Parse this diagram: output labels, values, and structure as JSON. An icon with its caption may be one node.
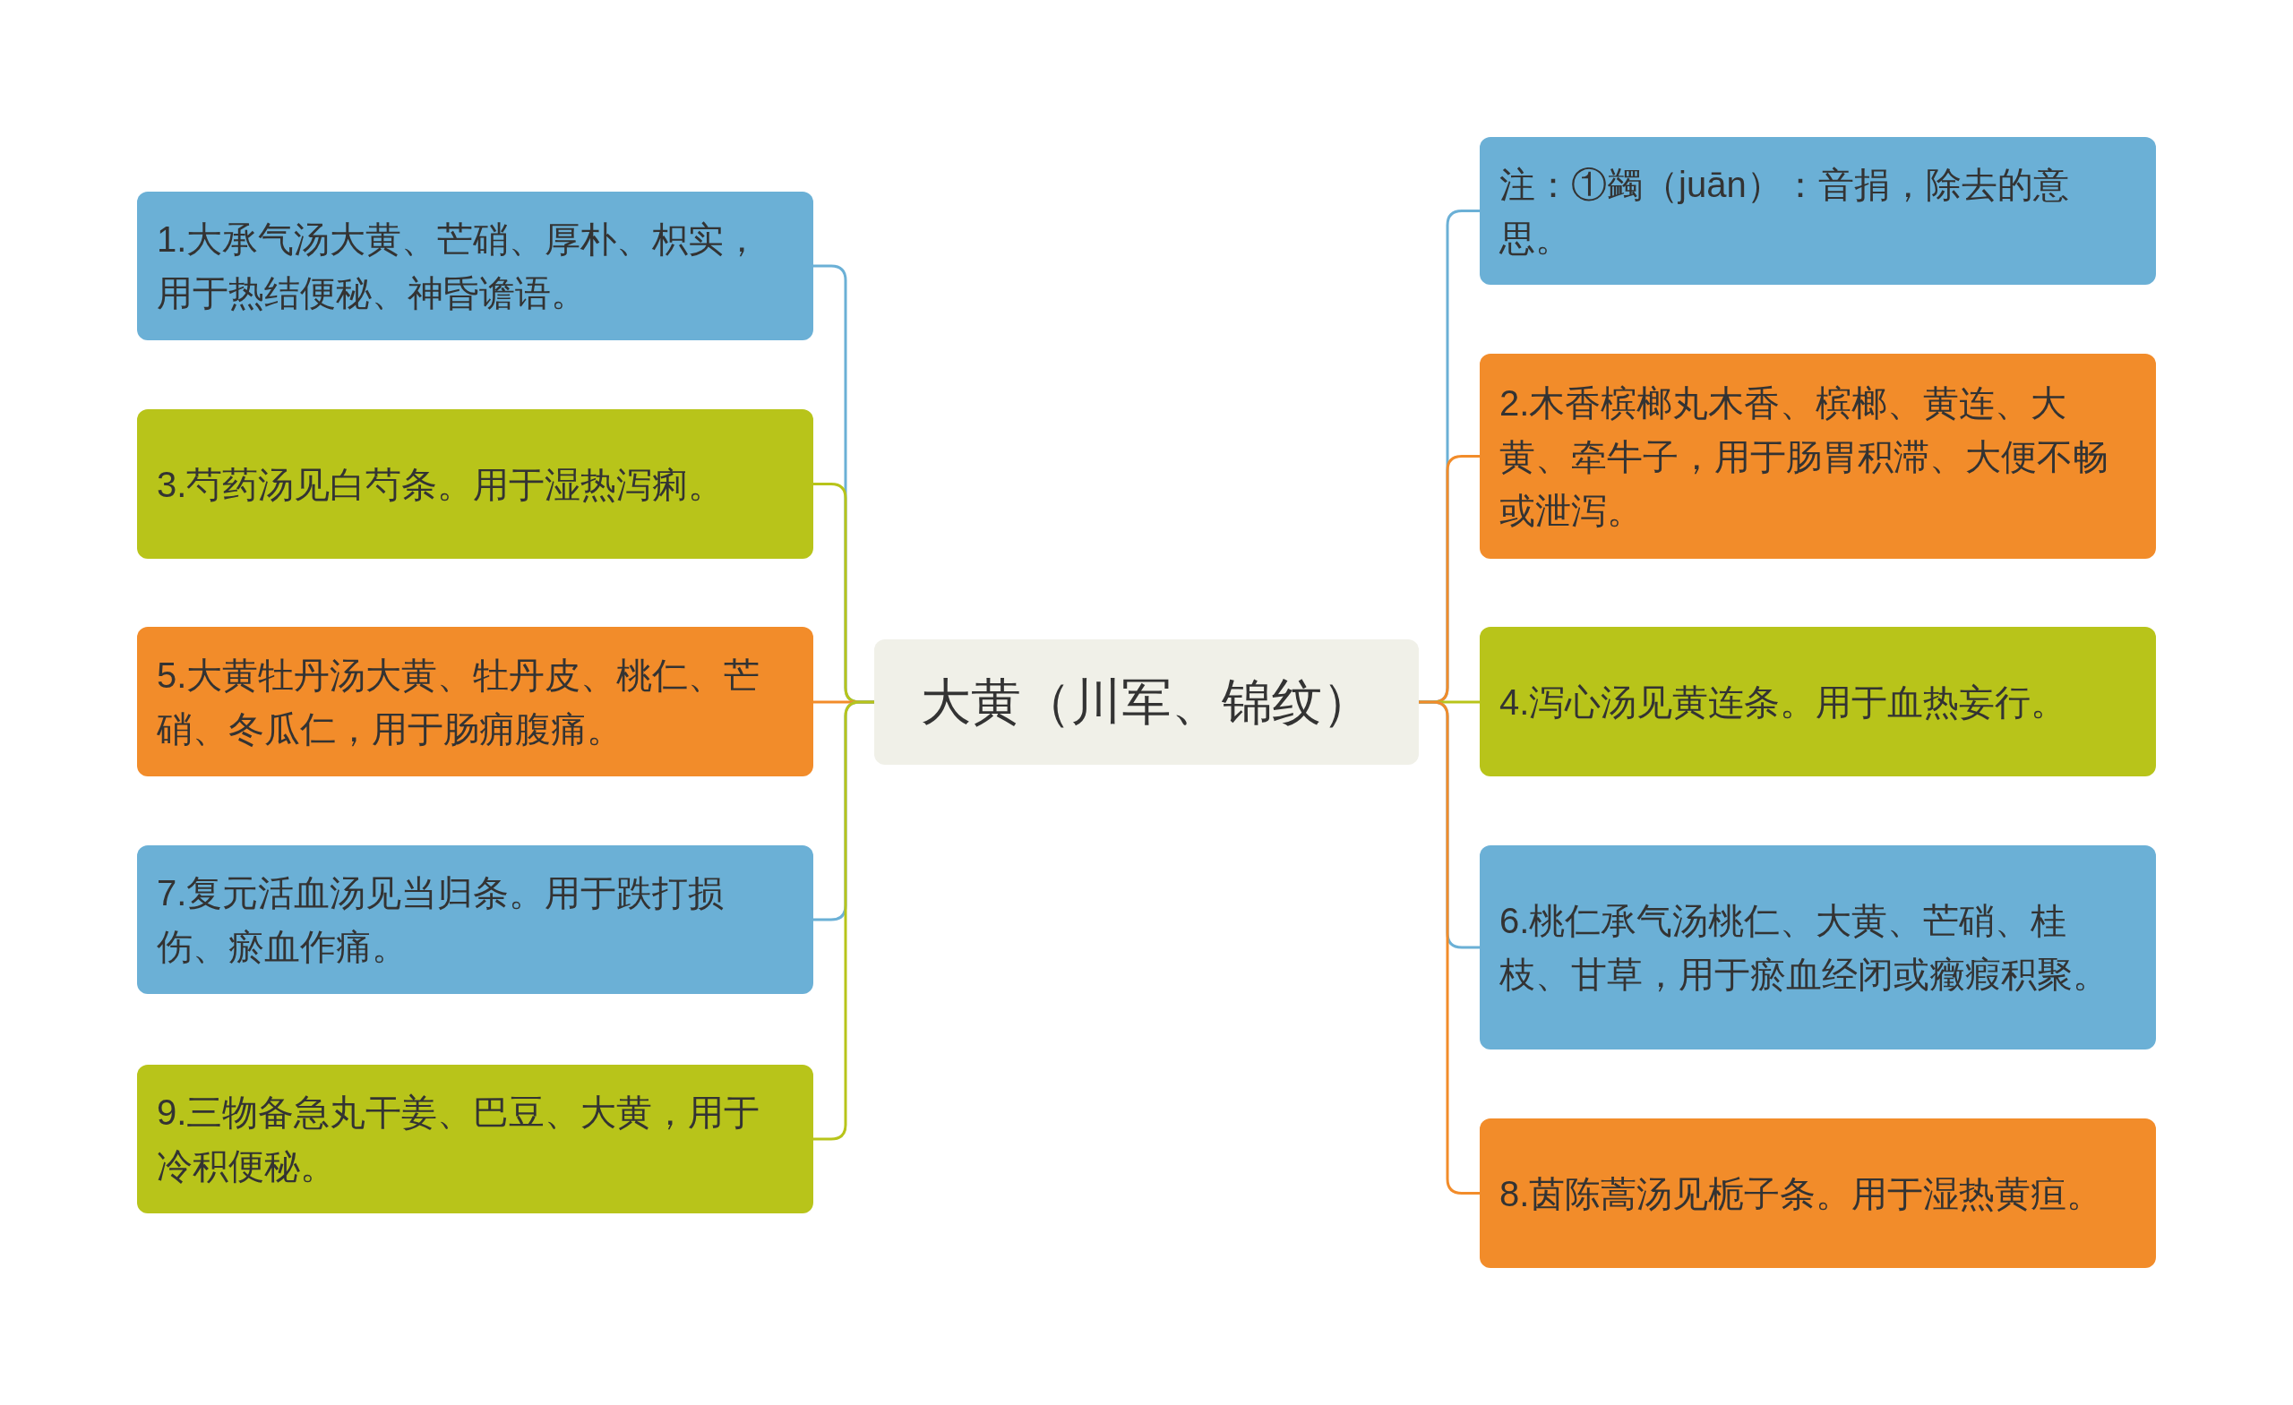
{
  "diagram": {
    "nodes": [
      {
        "text": [
          "大黄（川军、锦纹）"
        ]
      },
      {
        "text": [
          "1.大承气汤大黄、芒硝、厚朴、枳实，用于热结便秘、神昏谵语。"
        ]
      },
      {
        "text": [
          "3.芍药汤见白芍条。用于湿热泻痢。"
        ]
      },
      {
        "text": [
          "5.大黄牡丹汤大黄、牡丹皮、桃仁、芒硝、冬瓜仁，用于肠痈腹痛。"
        ]
      },
      {
        "text": [
          "7.复元活血汤见当归条。用于跌打损伤、瘀血作痛。"
        ]
      },
      {
        "text": [
          "9.三物备急丸干姜、巴豆、大黄，用于冷积便秘。"
        ]
      },
      {
        "text": [
          "注：①蠲（juān）：音捐，除去的意思。"
        ]
      },
      {
        "text": [
          "2.木香槟榔丸木香、槟榔、黄连、大黄、牵牛子，用于肠胃积滞、大便不畅或泄泻。"
        ]
      },
      {
        "text": [
          "4.泻心汤见黄连条。用于血热妄行。"
        ]
      },
      {
        "text": [
          "6.桃仁承气汤桃仁、大黄、芒硝、桂枝、甘草，用于瘀血经闭或癥瘕积聚。"
        ]
      },
      {
        "text": [
          "8.茵陈蒿汤见栀子条。用于湿热黄疸。"
        ]
      }
    ],
    "edges": [
      {
        "from": 0,
        "to": 1,
        "arrow": "none",
        "color": "#6bb0d6"
      },
      {
        "from": 0,
        "to": 2,
        "arrow": "none",
        "color": "#b8c41a"
      },
      {
        "from": 0,
        "to": 3,
        "arrow": "none",
        "color": "#f28c2a"
      },
      {
        "from": 0,
        "to": 4,
        "arrow": "none",
        "color": "#6bb0d6"
      },
      {
        "from": 0,
        "to": 5,
        "arrow": "none",
        "color": "#b8c41a"
      },
      {
        "from": 0,
        "to": 6,
        "arrow": "none",
        "color": "#6bb0d6"
      },
      {
        "from": 0,
        "to": 7,
        "arrow": "none",
        "color": "#f28c2a"
      },
      {
        "from": 0,
        "to": 8,
        "arrow": "none",
        "color": "#b8c41a"
      },
      {
        "from": 0,
        "to": 9,
        "arrow": "none",
        "color": "#6bb0d6"
      },
      {
        "from": 0,
        "to": 10,
        "arrow": "none",
        "color": "#f28c2a"
      }
    ]
  }
}
